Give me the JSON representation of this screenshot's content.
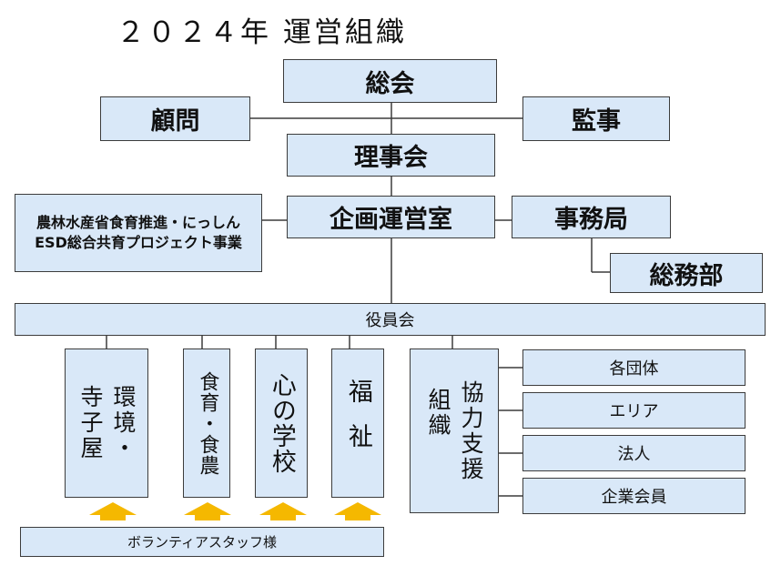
{
  "title": "２０２４年 運営組織",
  "nodes": {
    "soukai": "総会",
    "komon": "顧問",
    "kanji": "監事",
    "rijikai": "理事会",
    "project": "農林水産省食育推進・にっしんESD総合共育プロジェクト事業",
    "kikaku": "企画運営室",
    "jimukyoku": "事務局",
    "soumubu": "総務部",
    "yakuinkai": "役員会",
    "kankyo_col1": "環境・",
    "kankyo_col2": "寺子屋",
    "shokuiku": "食育・食農",
    "kokoro": "心の学校",
    "fukushi": "福祉",
    "kyoryoku_col1": "協力支援",
    "kyoryoku_col2": "組織",
    "kakudantai": "各団体",
    "eria": "エリア",
    "houjin": "法人",
    "kigyou": "企業会員",
    "volunteer": "ボランティアスタッフ様"
  },
  "colors": {
    "box_fill": "#d9e8f8",
    "box_border": "#3c3c3c",
    "arrow_fill": "#f5b800"
  }
}
